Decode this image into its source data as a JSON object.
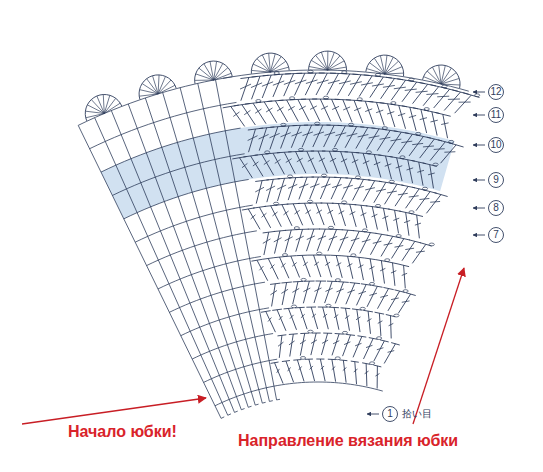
{
  "diagram": {
    "labels": [
      "12",
      "11",
      "10",
      "9",
      "8",
      "7",
      "1",
      "拾い目",
      "Начало юбки!",
      "Направление вязания юбки"
    ]
  }
}
